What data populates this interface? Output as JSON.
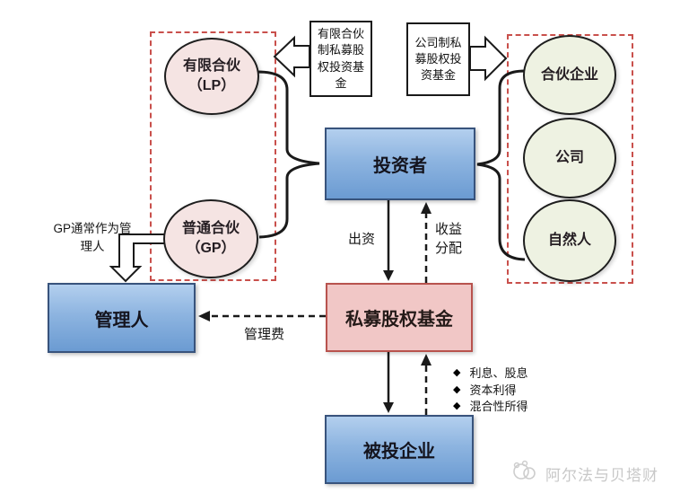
{
  "diagram": {
    "nodes": {
      "lp_circle": "有限合伙（LP）",
      "gp_circle": "普通合伙（GP）",
      "lp_fund_label": "有限合伙制私募股权投资基金",
      "corp_fund_label": "公司制私募股权投资基金",
      "investor_box": "投资者",
      "manager_box": "管理人",
      "pe_fund_box": "私募股权基金",
      "investee_box": "被投企业",
      "partnership_circle": "合伙企业",
      "company_circle": "公司",
      "natural_person_circle": "自然人"
    },
    "edge_labels": {
      "contribution": "出资",
      "income_distribution": "收益分配",
      "management_fee": "管理费",
      "gp_as_manager_note": "GP通常作为管理人"
    },
    "income_types": [
      "利息、股息",
      "资本利得",
      "混合性所得"
    ],
    "bullet": "◆",
    "watermark": "阿尔法与贝塔财",
    "colors": {
      "blue_node_top": "#b3cfee",
      "blue_node_bottom": "#6b9bd2",
      "blue_node_border": "#38537c",
      "pink_node_fill": "#f1c7c6",
      "pink_node_border": "#b8534e",
      "pink_circle_fill": "#f5e4e3",
      "green_circle_fill": "#eef2e2",
      "dashed_group_border": "#c9504c",
      "connector": "#1a1a1a",
      "watermark_gray": "#c8c8c8"
    }
  }
}
